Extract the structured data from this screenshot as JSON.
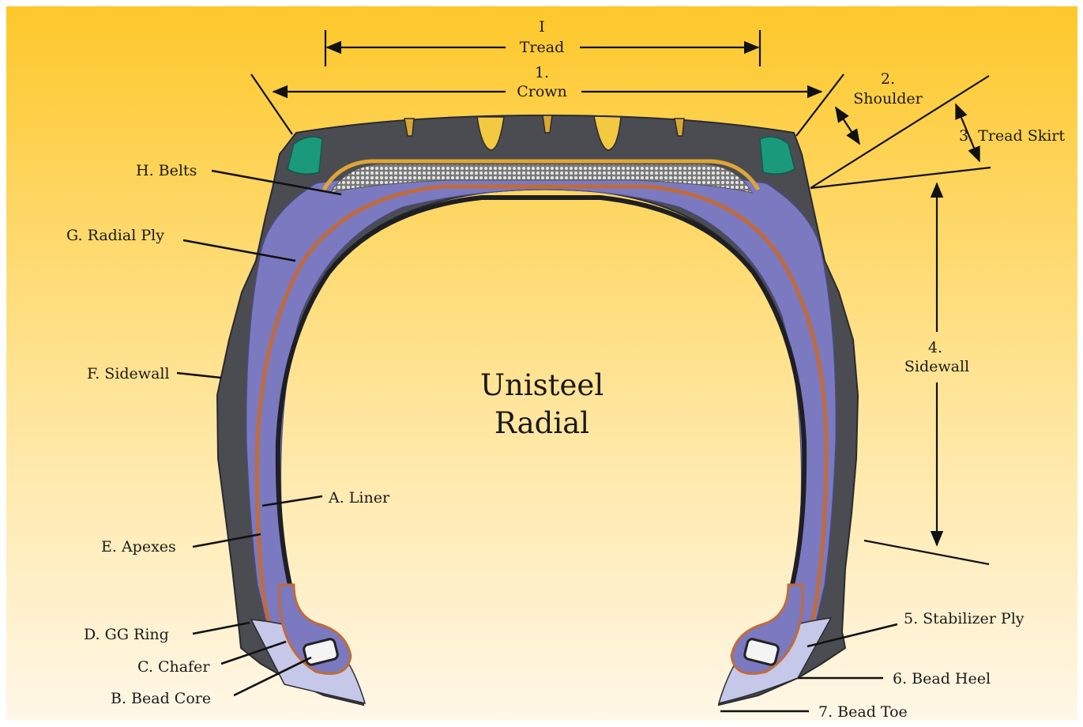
{
  "title": {
    "line1": "Unisteel",
    "line2": "Radial"
  },
  "dimensions": {
    "tread": {
      "numeral": "I",
      "text": "Tread"
    },
    "crown": {
      "numeral": "1.",
      "text": "Crown"
    },
    "shoulder": {
      "numeral": "2.",
      "text": "Shoulder"
    },
    "tread_skirt": "3. Tread Skirt",
    "sidewall": {
      "numeral": "4.",
      "text": "Sidewall"
    }
  },
  "right_labels": {
    "stabilizer_ply": "5. Stabilizer Ply",
    "bead_heel": "6. Bead Heel",
    "bead_toe": "7. Bead Toe"
  },
  "left_labels": {
    "belts": "H. Belts",
    "radial_ply": "G. Radial Ply",
    "sidewall": "F. Sidewall",
    "liner": "A. Liner",
    "apexes": "E. Apexes",
    "gg_ring": "D. GG Ring",
    "chafer": "C. Chafer",
    "bead_core": "B. Bead Core"
  },
  "colors": {
    "background_top": "#fec82a",
    "background_bottom": "#fff7e8",
    "rubber": "#4a4c52",
    "apex": "#7b79c0",
    "ply": "#c06b3c",
    "belt": "#c9c9c9",
    "shoulder_insert": "#1a9a7a",
    "chafer": "#c5c8e8"
  }
}
